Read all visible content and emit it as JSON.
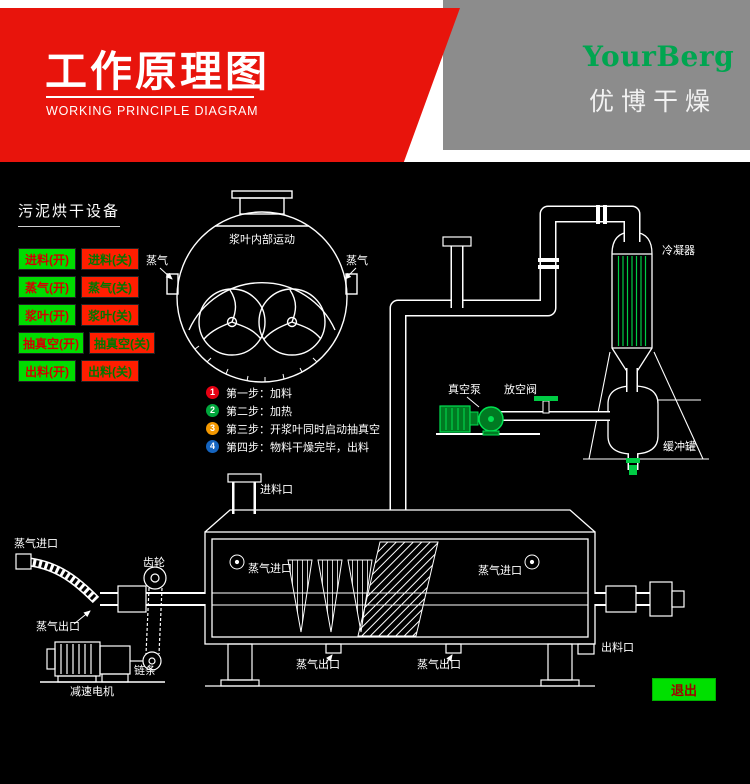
{
  "header": {
    "title": "工作原理图",
    "subtitle": "WORKING PRINCIPLE DIAGRAM",
    "brand": "YourBerg",
    "brand_cn": "优博干燥"
  },
  "panel": {
    "title": "污泥烘干设备",
    "exit_label": "退出",
    "buttons": [
      {
        "on": "进料(开)",
        "off": "进料(关)"
      },
      {
        "on": "蒸气(开)",
        "off": "蒸气(关)"
      },
      {
        "on": "浆叶(开)",
        "off": "浆叶(关)"
      },
      {
        "on": "抽真空(开)",
        "off": "抽真空(关)"
      },
      {
        "on": "出料(开)",
        "off": "出料(关)"
      }
    ]
  },
  "steps": [
    {
      "num": "1",
      "text": "第一步：加料"
    },
    {
      "num": "2",
      "text": "第二步：加热"
    },
    {
      "num": "3",
      "text": "第三步：开浆叶同时启动抽真空"
    },
    {
      "num": "4",
      "text": "第四步：物料干燥完毕，出料"
    }
  ],
  "diagram": {
    "mixer_label": "浆叶内部运动",
    "steam_left": "蒸气",
    "steam_right": "蒸气",
    "condenser": "冷凝器",
    "buffer_tank": "缓冲罐",
    "vacuum_pump": "真空泵",
    "vent_valve": "放空阀",
    "feed_inlet": "进料口",
    "steam_inlet_main": "蒸气进口",
    "steam_inlet_left": "蒸气进口",
    "steam_inlet_right": "蒸气进口",
    "steam_outlet_left": "蒸气出口",
    "steam_outlet_bottom_1": "蒸气出口",
    "steam_outlet_bottom_2": "蒸气出口",
    "discharge_outlet": "出料口",
    "gear": "齿轮",
    "chain": "链条",
    "gear_motor": "减速电机"
  },
  "colors": {
    "banner_red": "#e8140c",
    "banner_gray": "#8c8c8c",
    "brand_green": "#00a550",
    "btn_on_bg": "#00dc00",
    "btn_on_text": "#d40000",
    "btn_off_bg": "#ff1e00",
    "btn_off_text": "#007700",
    "step_colors": [
      "#e60012",
      "#00a73c",
      "#f39800",
      "#1565c0"
    ],
    "exit_bg": "#00e000",
    "diagram_line": "#ffffff",
    "equipment_green": "#00cc44"
  }
}
